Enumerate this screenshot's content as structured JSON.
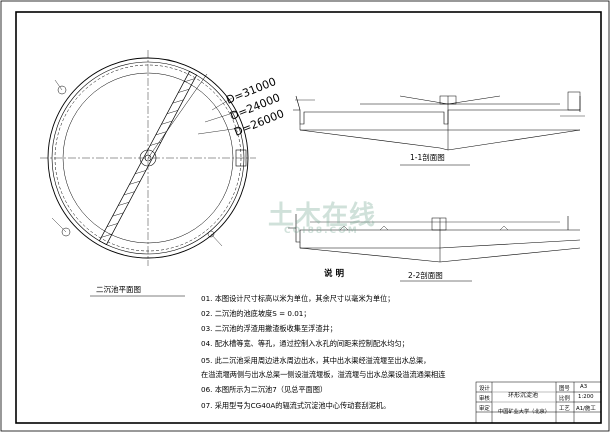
{
  "plan": {
    "title": "二沉池平面图",
    "dim_outer": "D=31000",
    "dim_mid": "D=24000",
    "dim_inner": "D=26000"
  },
  "sections": {
    "section_1": "1-1剖面图",
    "section_2": "2-2剖面图"
  },
  "notes": {
    "heading": "说  明",
    "items": [
      "01. 本图设计尺寸标高以米为单位，其余尺寸以毫米为单位；",
      "02. 二沉池的池底坡度S = 0.01；",
      "03. 二沉池的浮渣用撇渣板收集至浮渣井；",
      "04. 配水槽等宽、等孔，通过控制入水孔的间距来控制配水均匀；",
      "05. 此二沉池采用周边进水周边出水，其中出水渠经溢流堰至出水总渠，",
      "     在溢流堰两侧与出水总渠一侧设溢流堰板，溢流堰与出水总渠设溢流通渠相连",
      "06. 本图所示为二沉池7（见总平面图）",
      "07. 采用型号为CG40A的辐流式沉淀池中心传动套刮泥机。"
    ]
  },
  "title_block": {
    "design": "设计",
    "check": "审核",
    "review": "审定",
    "drawing_name": "环形沉淀池",
    "school": "中国矿业大学（北京）",
    "drawing_no_label": "图号",
    "drawing_no": "A3",
    "scale_label": "比例",
    "scale": "1:200",
    "stage_label": "工艺",
    "stage": "A1/施工"
  },
  "watermark": {
    "cn": "土木在线",
    "en": "COI88.COM"
  }
}
